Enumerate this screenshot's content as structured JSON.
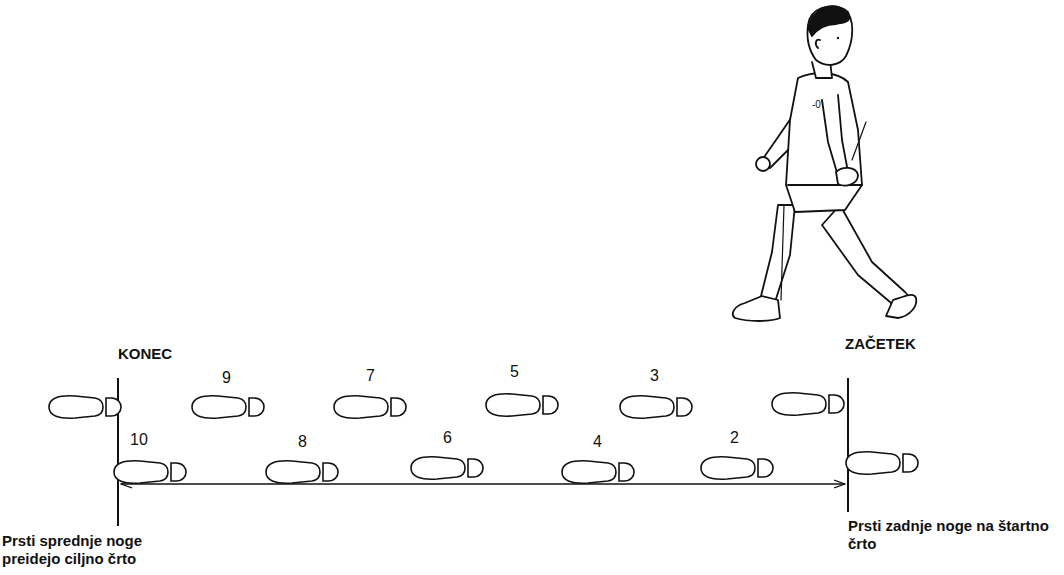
{
  "diagram": {
    "labels": [
      "KONEC",
      "ZAČETEK",
      "9",
      "7",
      "5",
      "3",
      "10",
      "8",
      "6",
      "4",
      "2",
      "Prsti sprednje noge preidejo ciljno črto",
      "Prsti zadnje noge na štartno črto"
    ]
  }
}
